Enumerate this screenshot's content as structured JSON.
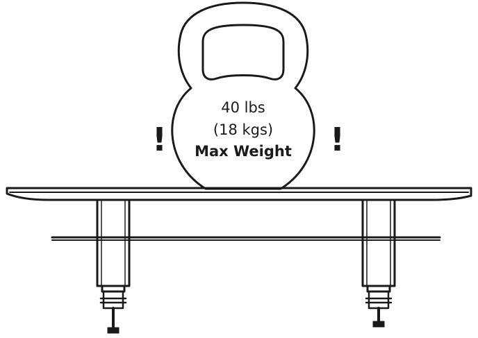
{
  "diagram": {
    "weight_value": "40 lbs",
    "weight_metric": "(18 kgs)",
    "weight_caption": "Max Weight",
    "warning_mark": "!"
  },
  "colors": {
    "stroke": "#1a1a1a",
    "fill": "#ffffff"
  },
  "icons": {
    "object": "kettlebell-icon",
    "alert": "exclamation-icon"
  }
}
